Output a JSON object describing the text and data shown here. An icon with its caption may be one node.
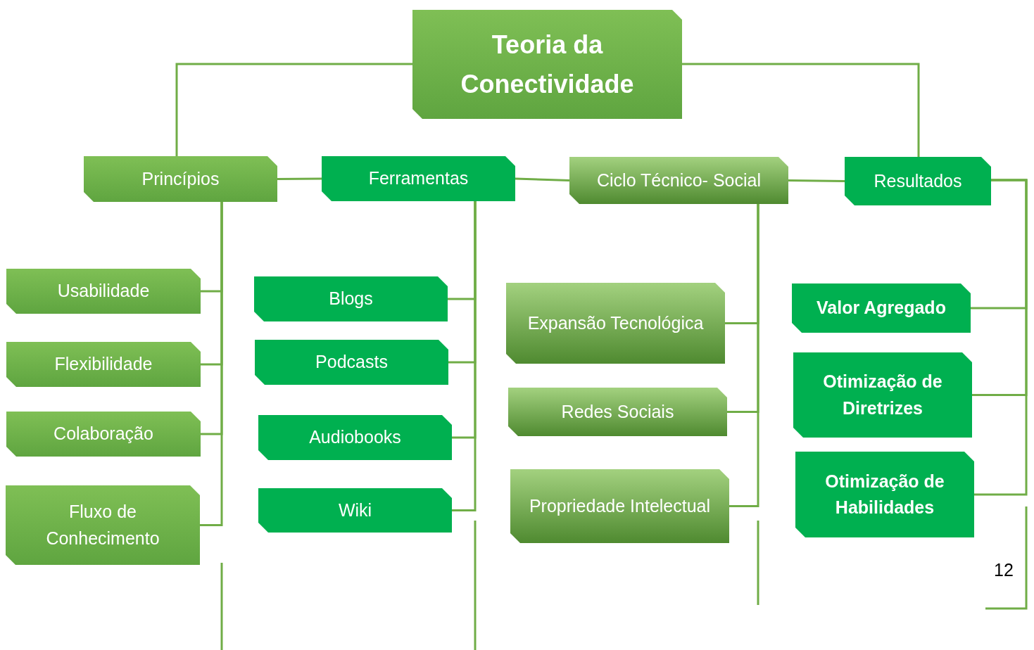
{
  "diagram": {
    "nodes": [
      {
        "text": [
          "Teoria da Conectividade"
        ]
      },
      {
        "text": [
          "Princípios"
        ]
      },
      {
        "text": [
          "Ferramentas"
        ]
      },
      {
        "text": [
          "Ciclo Técnico- Social"
        ]
      },
      {
        "text": [
          "Resultados"
        ]
      },
      {
        "text": [
          "Usabilidade"
        ]
      },
      {
        "text": [
          "Flexibilidade"
        ]
      },
      {
        "text": [
          "Colaboração"
        ]
      },
      {
        "text": [
          "Fluxo de Conhecimento"
        ]
      },
      {
        "text": [
          "Blogs"
        ]
      },
      {
        "text": [
          "Podcasts"
        ]
      },
      {
        "text": [
          "Audiobooks"
        ]
      },
      {
        "text": [
          "Wiki"
        ]
      },
      {
        "text": [
          "Expansão Tecnológica"
        ]
      },
      {
        "text": [
          "Redes Sociais"
        ]
      },
      {
        "text": [
          "Propriedade Intelectual"
        ]
      },
      {
        "text": [
          "Valor Agregado"
        ]
      },
      {
        "text": [
          "Otimização de Diretrizes"
        ]
      },
      {
        "text": [
          "Otimização de Habilidades"
        ]
      }
    ],
    "edges": [
      {
        "from": 0,
        "to": 1,
        "arrow": "none"
      },
      {
        "from": 0,
        "to": 4,
        "arrow": "none"
      },
      {
        "from": 1,
        "to": 2,
        "arrow": "none"
      },
      {
        "from": 2,
        "to": 3,
        "arrow": "none"
      },
      {
        "from": 3,
        "to": 4,
        "arrow": "none"
      },
      {
        "from": 1,
        "to": 5,
        "arrow": "none"
      },
      {
        "from": 1,
        "to": 6,
        "arrow": "none"
      },
      {
        "from": 1,
        "to": 7,
        "arrow": "none"
      },
      {
        "from": 1,
        "to": 8,
        "arrow": "none"
      },
      {
        "from": 2,
        "to": 9,
        "arrow": "none"
      },
      {
        "from": 2,
        "to": 10,
        "arrow": "none"
      },
      {
        "from": 2,
        "to": 11,
        "arrow": "none"
      },
      {
        "from": 2,
        "to": 12,
        "arrow": "none"
      },
      {
        "from": 3,
        "to": 13,
        "arrow": "none"
      },
      {
        "from": 3,
        "to": 14,
        "arrow": "none"
      },
      {
        "from": 3,
        "to": 15,
        "arrow": "none"
      },
      {
        "from": 4,
        "to": 16,
        "arrow": "none"
      },
      {
        "from": 4,
        "to": 17,
        "arrow": "none"
      },
      {
        "from": 4,
        "to": 18,
        "arrow": "none"
      }
    ],
    "labels": [
      "12"
    ]
  }
}
